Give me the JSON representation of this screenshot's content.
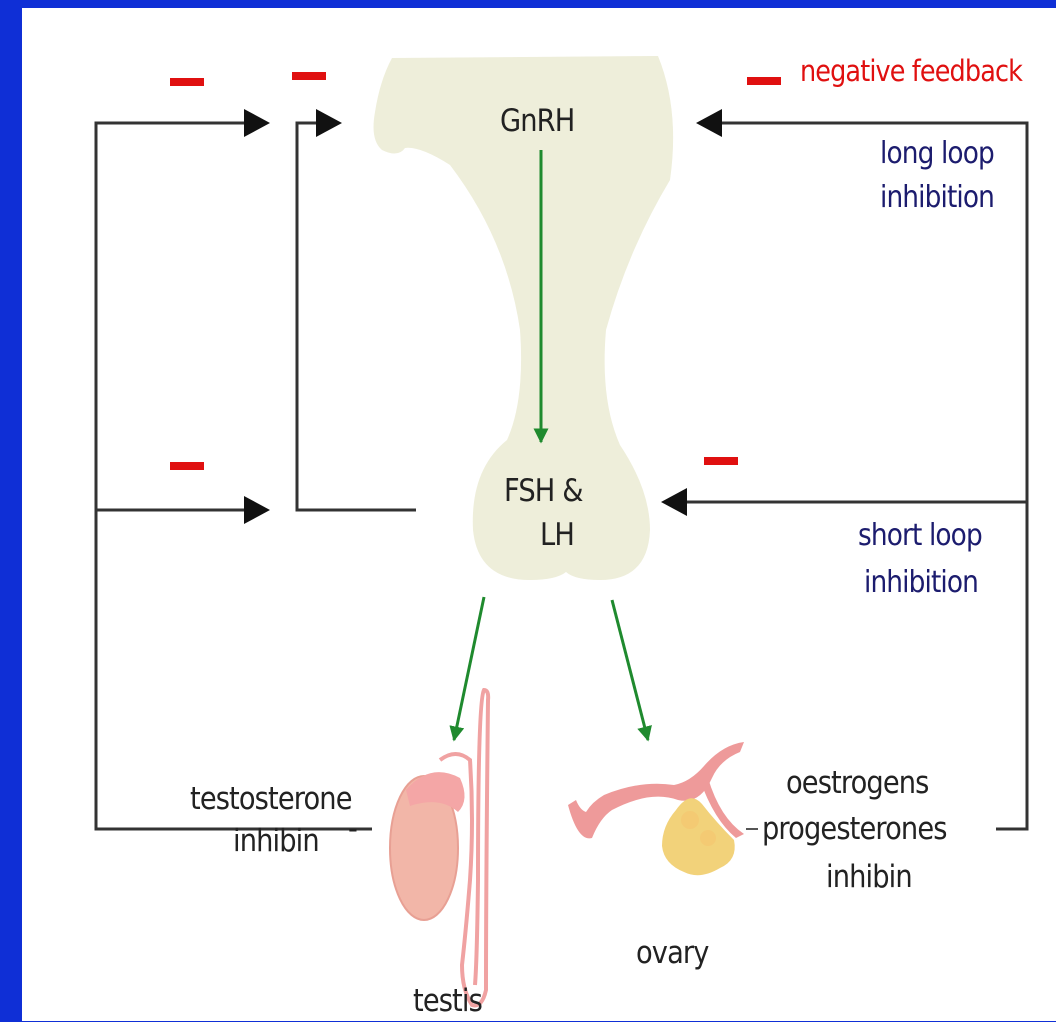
{
  "legend": {
    "text": "negative feedback",
    "marker": "red-dash"
  },
  "hormones": {
    "gnrh": "GnRH",
    "pituitary_line1": "FSH &",
    "pituitary_line2": "LH"
  },
  "loops": {
    "long_line1": "long loop",
    "long_line2": "inhibition",
    "short_line1": "short loop",
    "short_line2": "inhibition"
  },
  "male": {
    "organ": "testis",
    "hormone_line1": "testosterone",
    "hormone_line2": "inhibin"
  },
  "female": {
    "organ": "ovary",
    "hormone_line1": "oestrogens",
    "hormone_line2": "progesterones",
    "hormone_line3": "inhibin"
  },
  "colors": {
    "background": "#0f2fd6",
    "panel": "#ffffff",
    "gland": "#eeeeda",
    "stimulation_arrow": "#1f8a2e",
    "feedback_line": "#333333",
    "negative_mark": "#e01010",
    "loop_label": "#1c1c6e",
    "testis": "#f2b6a8",
    "ovary_tube": "#ee9a9a",
    "ovary": "#f2d27a"
  }
}
